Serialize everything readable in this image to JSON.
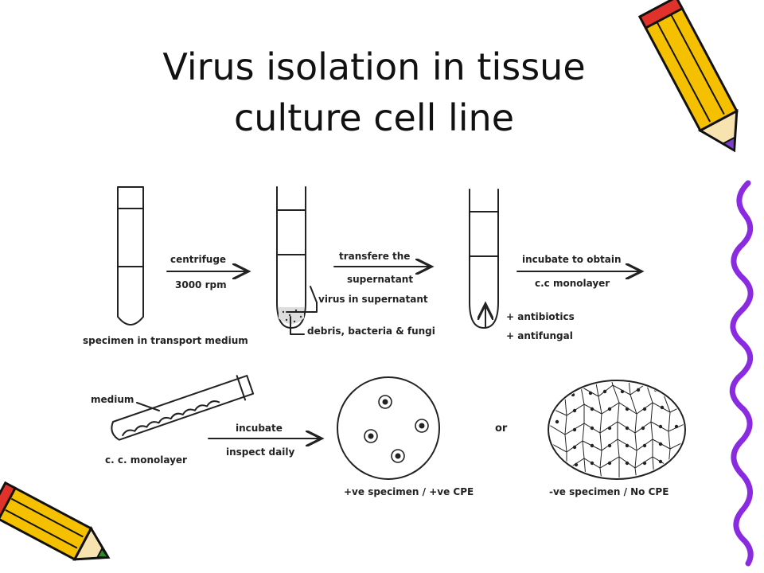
{
  "slide": {
    "title_line1": "Virus isolation in tissue",
    "title_line2": "culture cell line"
  },
  "diagram": {
    "step1_caption": "specimen in transport medium",
    "arrow1_top": "centrifuge",
    "arrow1_bottom": "3000 rpm",
    "label_supernatant": "virus in supernatant",
    "label_debris": "debris, bacteria & fungi",
    "arrow2_top": "transfere the",
    "arrow2_bottom": "supernatant",
    "arrow3_top": "incubate to obtain",
    "arrow3_bottom": "c.c monolayer",
    "label_antibiotics": "+ antibiotics",
    "label_antifungal": "+ antifungal",
    "label_medium": "medium",
    "label_monolayer": "c. c. monolayer",
    "arrow4_top": "incubate",
    "arrow4_bottom": "inspect daily",
    "or_text": "or",
    "positive_caption": "+ve specimen / +ve CPE",
    "negative_caption": "-ve specimen / No CPE"
  },
  "decor": {
    "pencil_color": "#f5c000",
    "squiggle_color": "#8a2be2"
  }
}
